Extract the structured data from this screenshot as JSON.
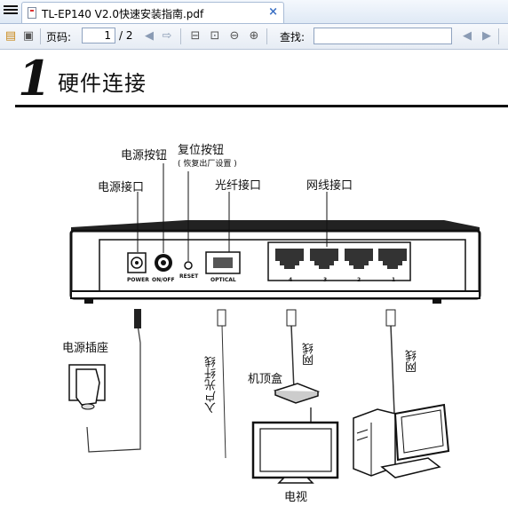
{
  "tab": {
    "title": "TL-EP140  V2.0快速安装指南.pdf",
    "close": "×"
  },
  "toolbar": {
    "page_label": "页码:",
    "page_current": "1",
    "page_total": "/ 2",
    "search_label": "查找:",
    "search_value": ""
  },
  "document": {
    "step_number": "1",
    "section_title": "硬件连接",
    "labels": {
      "power_button": "电源按钮",
      "reset_button": "复位按钮",
      "reset_note": "( 恢复出厂设置 )",
      "power_port": "电源接口",
      "fiber_port": "光纤接口",
      "network_ports": "网线接口",
      "power_socket": "电源插座",
      "settop_box": "机顶盒",
      "home_fiber": "入户光纤线",
      "network_cable_1": "网线",
      "network_cable_2": "网线",
      "tv": "电视"
    },
    "device_text": {
      "power": "POWER",
      "onoff": "ON/OFF",
      "reset": "RESET",
      "optical": "OPTICAL",
      "port4": "4",
      "port3": "3",
      "port2": "2",
      "port1": "1"
    }
  }
}
